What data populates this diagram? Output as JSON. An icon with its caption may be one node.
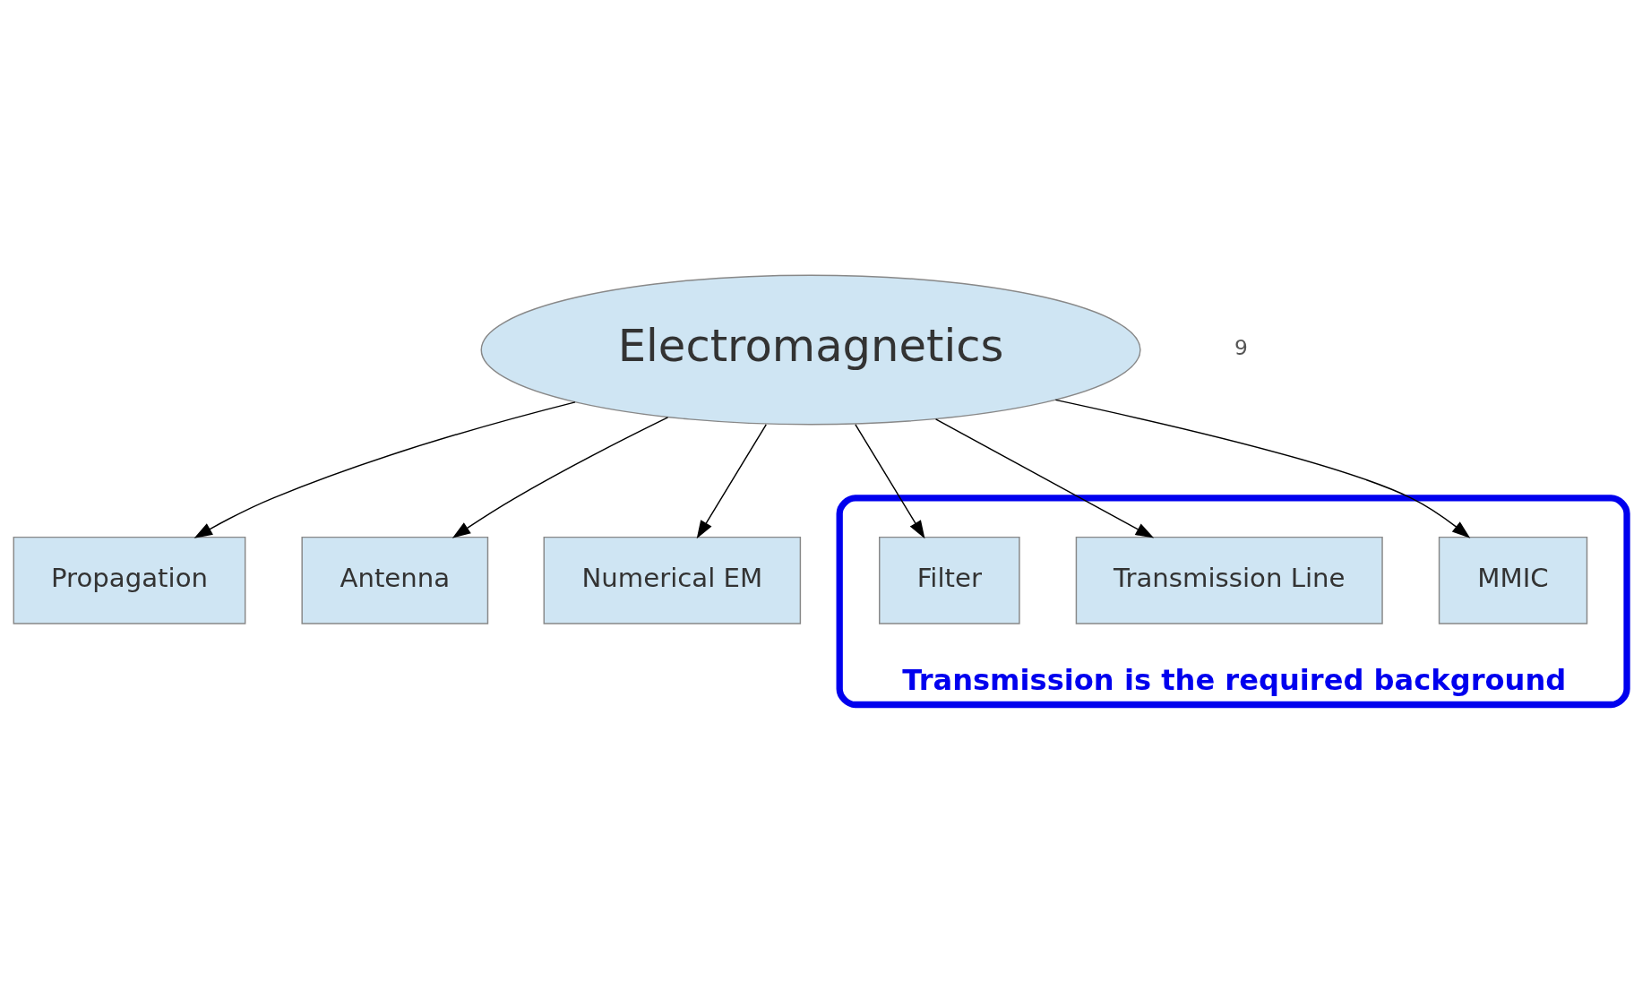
{
  "diagram": {
    "nodes": [
      {
        "text": [
          "Propagation"
        ]
      },
      {
        "text": [
          "Antenna"
        ]
      },
      {
        "text": [
          "Electromagnetics"
        ]
      },
      {
        "text": [
          "Numerical EM"
        ]
      },
      {
        "text": [
          "Transmission is the required background"
        ]
      },
      {
        "text": [
          "MMIC"
        ],
        "in": 4
      },
      {
        "text": [
          "Transmission Line"
        ],
        "in": 4
      },
      {
        "text": [
          "Filter"
        ],
        "in": 4
      }
    ],
    "edges": [
      {
        "from": 2,
        "to": 0,
        "arrow": "to"
      },
      {
        "from": 2,
        "to": 1,
        "arrow": "to"
      },
      {
        "from": 2,
        "to": 5,
        "arrow": "to"
      },
      {
        "from": 2,
        "to": 6,
        "arrow": "to"
      },
      {
        "from": 2,
        "to": 3,
        "arrow": "to"
      },
      {
        "from": 2,
        "to": 7,
        "arrow": "to"
      }
    ],
    "labels": [
      "9"
    ]
  }
}
